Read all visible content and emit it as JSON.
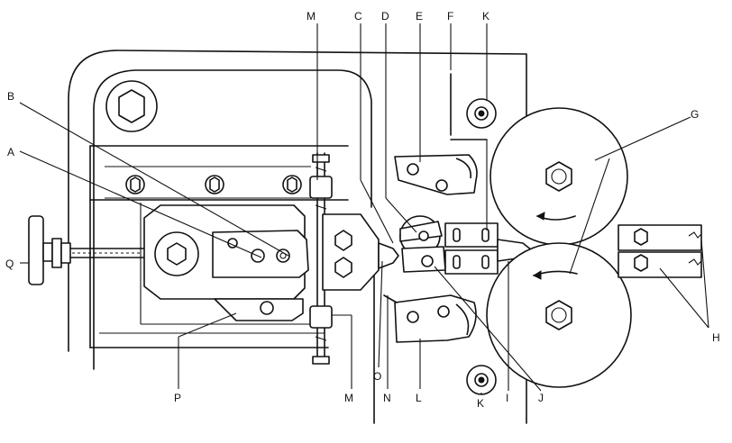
{
  "diagram": {
    "labels": {
      "A": "A",
      "B": "B",
      "C": "C",
      "D": "D",
      "E": "E",
      "F": "F",
      "G": "G",
      "H": "H",
      "I": "I",
      "J": "J",
      "K_top": "K",
      "K_bottom": "K",
      "L": "L",
      "M_top": "M",
      "M_bottom": "M",
      "N": "N",
      "O": "O",
      "P": "P",
      "Q": "Q"
    },
    "colors": {
      "ink": "#111111",
      "paper": "#ffffff"
    }
  }
}
